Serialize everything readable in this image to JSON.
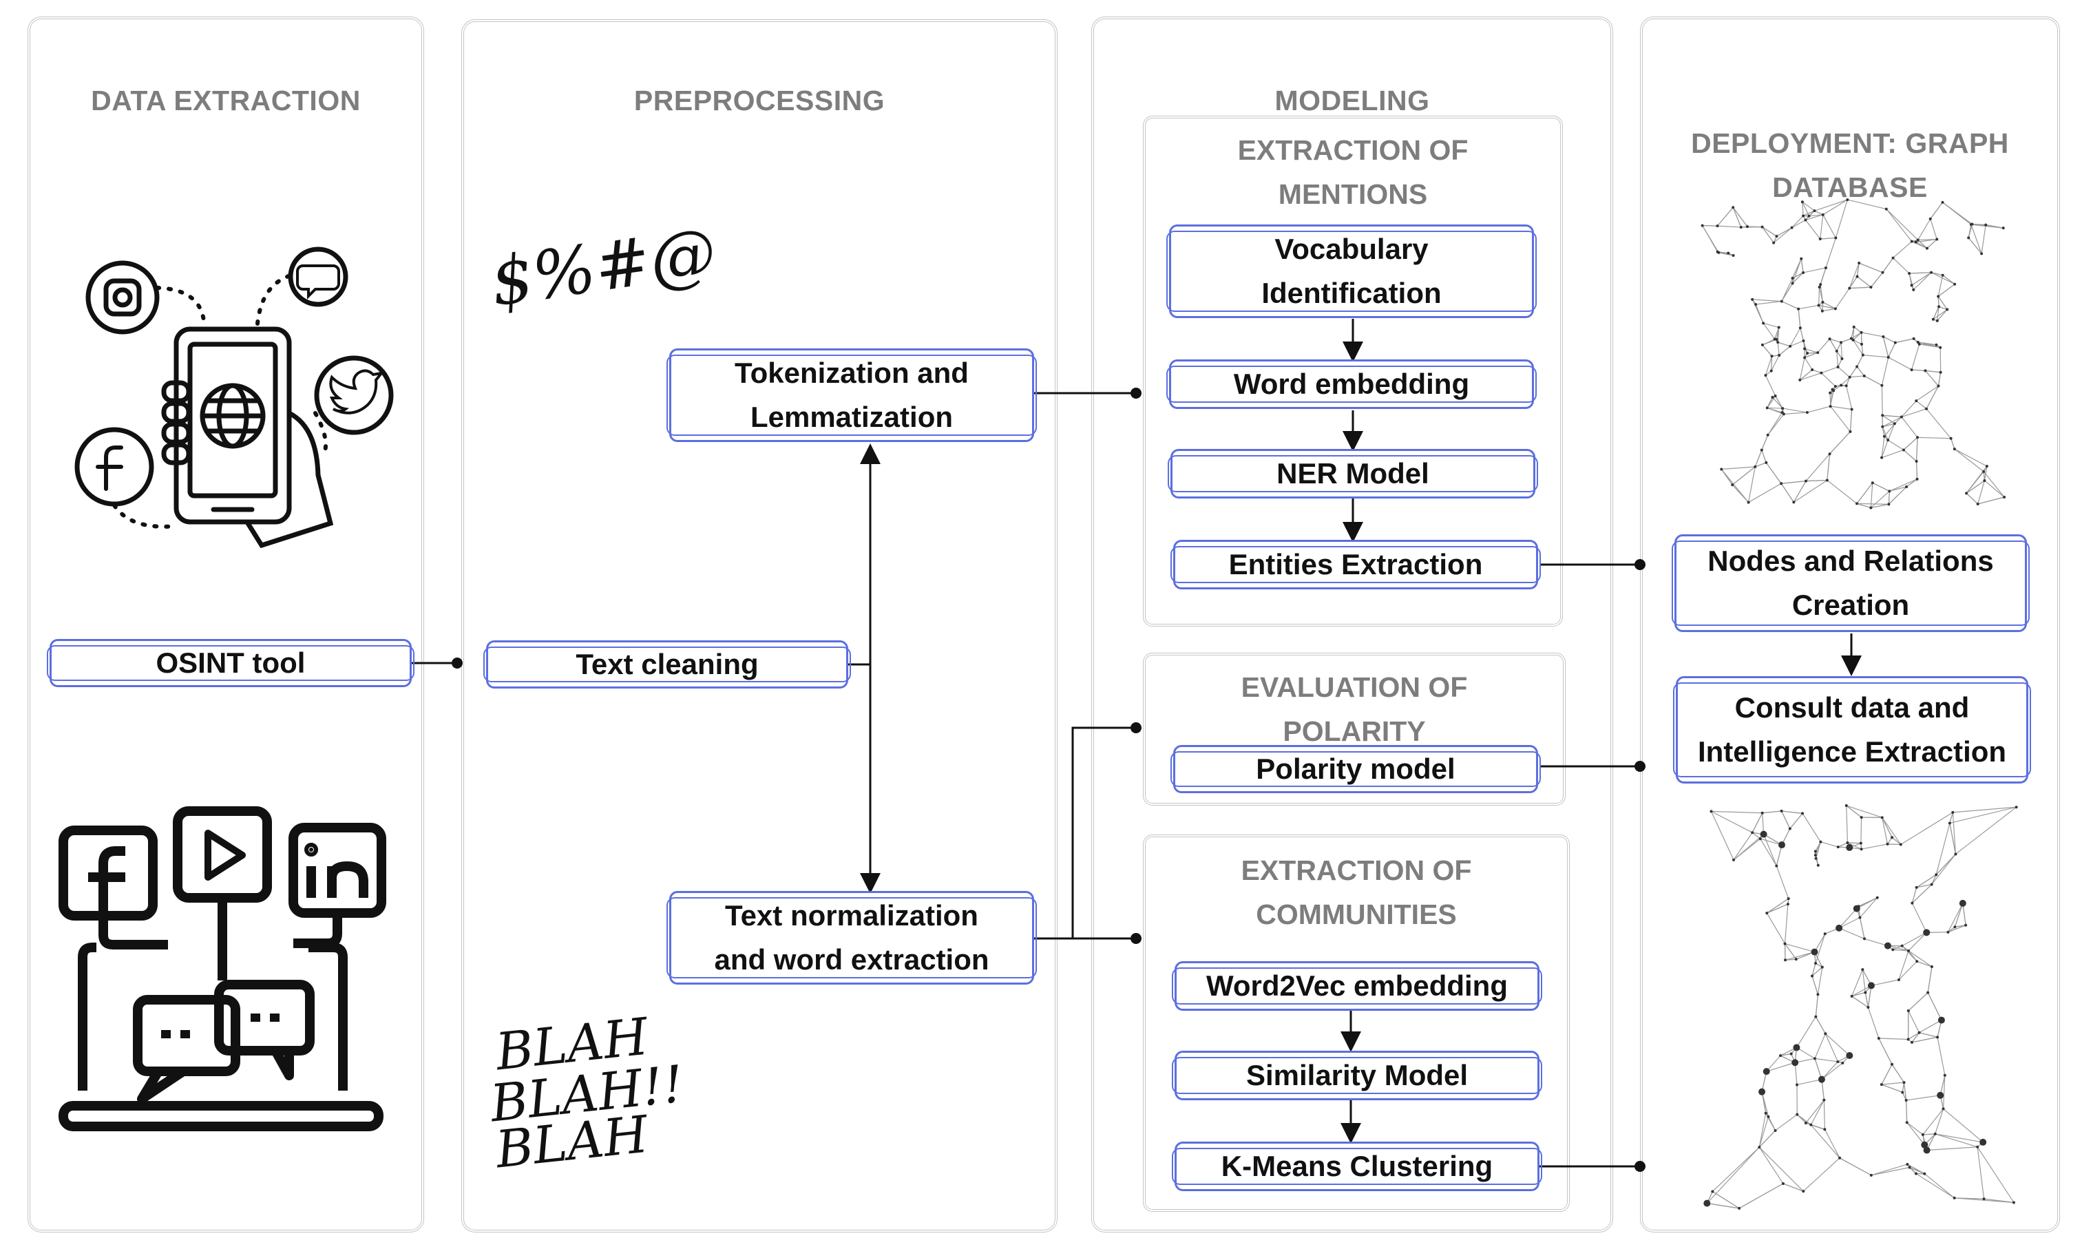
{
  "columns": {
    "data_extraction": "DATA EXTRACTION",
    "preprocessing": "PREPROCESSING",
    "modeling": "MODELING",
    "deployment_line1": "DEPLOYMENT: GRAPH",
    "deployment_line2": "DATABASE"
  },
  "data_extraction": {
    "osint_tool": "OSINT tool"
  },
  "preprocessing": {
    "tokenization": [
      "Tokenization and",
      "Lemmatization"
    ],
    "text_cleaning": "Text cleaning",
    "text_normalization": [
      "Text normalization",
      "and word extraction"
    ],
    "symbols_scribble": "$%#@",
    "blah_scribble": [
      "BLAH",
      "BLAH!!",
      "BLAH"
    ]
  },
  "modeling": {
    "mentions": {
      "title": [
        "EXTRACTION OF",
        "MENTIONS"
      ],
      "steps": [
        [
          "Vocabulary",
          "Identification"
        ],
        "Word embedding",
        "NER Model",
        "Entities Extraction"
      ]
    },
    "polarity": {
      "title": [
        "EVALUATION OF",
        "POLARITY"
      ],
      "steps": [
        "Polarity model"
      ]
    },
    "communities": {
      "title": [
        "EXTRACTION OF",
        "COMMUNITIES"
      ],
      "steps": [
        "Word2Vec embedding",
        "Similarity Model",
        "K-Means Clustering"
      ]
    }
  },
  "deployment": {
    "nodes_relations": [
      "Nodes and Relations",
      "Creation"
    ],
    "consult": [
      "Consult data and",
      "Intelligence Extraction"
    ]
  },
  "icons": [
    "instagram-icon",
    "chat-bubble-icon",
    "twitter-icon",
    "facebook-icon",
    "smartphone-globe-icon",
    "facebook-square-icon",
    "youtube-play-icon",
    "linkedin-icon",
    "laptop-chat-icon",
    "network-graph-icon"
  ],
  "colors": {
    "box_border": "#5b6fe0",
    "header_text": "#7d7d7d",
    "panel_border": "#c4c4c4"
  }
}
